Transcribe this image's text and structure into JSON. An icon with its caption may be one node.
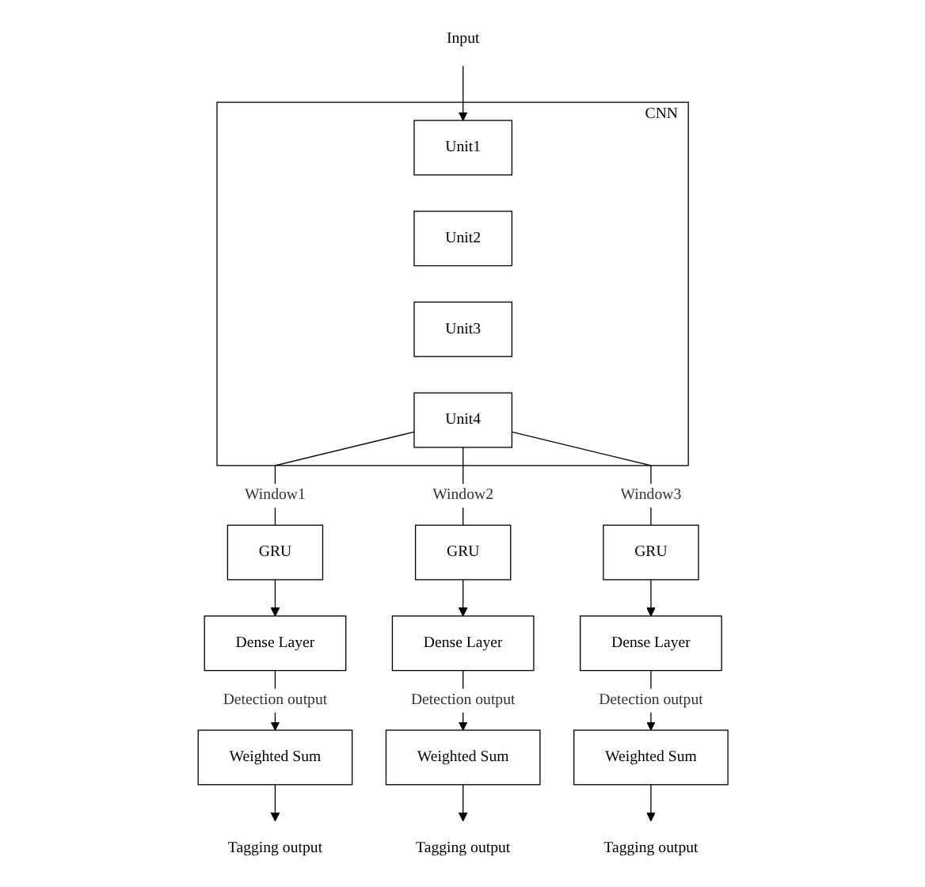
{
  "diagram": {
    "nodes": [
      {
        "text": [
          "Input"
        ]
      },
      {
        "text": [
          "CNN"
        ]
      },
      {
        "text": [
          "Unit1"
        ],
        "in": 1
      },
      {
        "text": [
          "Unit2"
        ],
        "in": 1
      },
      {
        "text": [
          "Unit3"
        ],
        "in": 1
      },
      {
        "text": [
          "Unit4"
        ],
        "in": 1
      },
      {
        "text": [
          "GRU"
        ]
      },
      {
        "text": [
          "GRU"
        ]
      },
      {
        "text": [
          "GRU"
        ]
      },
      {
        "text": [
          "Dense Layer"
        ]
      },
      {
        "text": [
          "Dense Layer"
        ]
      },
      {
        "text": [
          "Dense Layer"
        ]
      },
      {
        "text": [
          "Weighted Sum"
        ]
      },
      {
        "text": [
          "Weighted Sum"
        ]
      },
      {
        "text": [
          "Weighted Sum"
        ]
      },
      {
        "text": [
          "Tagging output"
        ]
      },
      {
        "text": [
          "Tagging output"
        ]
      },
      {
        "text": [
          "Tagging output"
        ]
      }
    ],
    "edges": [
      {
        "from": 0,
        "to": 2,
        "arrow": "to"
      },
      {
        "from": 5,
        "to": 6,
        "arrow": "none",
        "label": "Window1"
      },
      {
        "from": 5,
        "to": 7,
        "arrow": "none",
        "label": "Window2"
      },
      {
        "from": 5,
        "to": 8,
        "arrow": "none",
        "label": "Window3"
      },
      {
        "from": 6,
        "to": 9,
        "arrow": "to"
      },
      {
        "from": 7,
        "to": 10,
        "arrow": "to"
      },
      {
        "from": 8,
        "to": 11,
        "arrow": "to"
      },
      {
        "from": 9,
        "to": 12,
        "arrow": "to",
        "label": "Detection output"
      },
      {
        "from": 10,
        "to": 13,
        "arrow": "to",
        "label": "Detection output"
      },
      {
        "from": 11,
        "to": 14,
        "arrow": "to",
        "label": "Detection output"
      },
      {
        "from": 12,
        "to": 15,
        "arrow": "to"
      },
      {
        "from": 13,
        "to": 16,
        "arrow": "to"
      },
      {
        "from": 14,
        "to": 17,
        "arrow": "to"
      }
    ]
  }
}
